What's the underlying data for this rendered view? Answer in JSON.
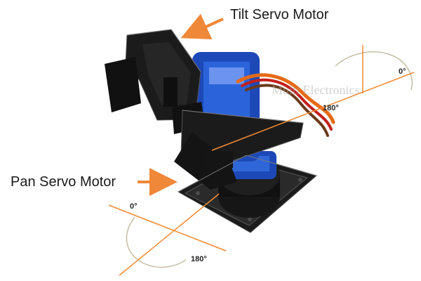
{
  "labels": {
    "tilt": "Tilt Servo Motor",
    "pan": "Pan Servo Motor"
  },
  "angles": {
    "tilt_start": "0°",
    "tilt_end": "180°",
    "pan_start": "0°",
    "pan_end": "180°"
  },
  "watermark": "Multi Electronics",
  "colors": {
    "arrow": "#f0883a",
    "angle_line": "#f28a32",
    "arc": "#c7bea6",
    "bracket": "#1b1b1b",
    "servo": "#1d49b8",
    "wire_orange": "#e66a16",
    "wire_red": "#c41f1a",
    "wire_brown": "#6b3a1a"
  },
  "icons": {
    "arrow": "arrow-icon"
  }
}
